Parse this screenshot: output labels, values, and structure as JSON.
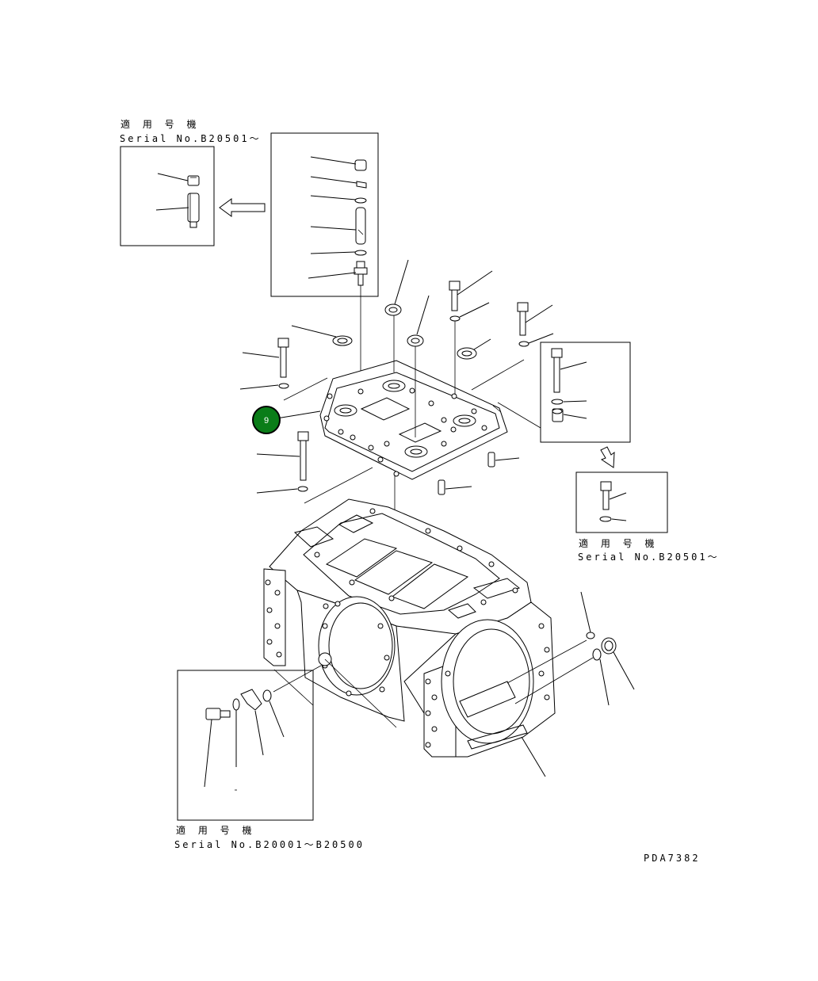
{
  "callouts": [
    {
      "number": "9",
      "fill": "#0a7d18",
      "ring": "#000000",
      "text_color": "#ffffff"
    }
  ],
  "inset_top_left": {
    "heading": "適 用 号 機",
    "serial": "Serial No.B20501～"
  },
  "inset_right": {
    "heading": "適 用 号 機",
    "serial": "Serial No.B20501～"
  },
  "inset_bottom_left": {
    "heading": "適 用 号 機",
    "serial": "Serial No.B20001～B20500"
  },
  "drawing_code": "PDA7382"
}
